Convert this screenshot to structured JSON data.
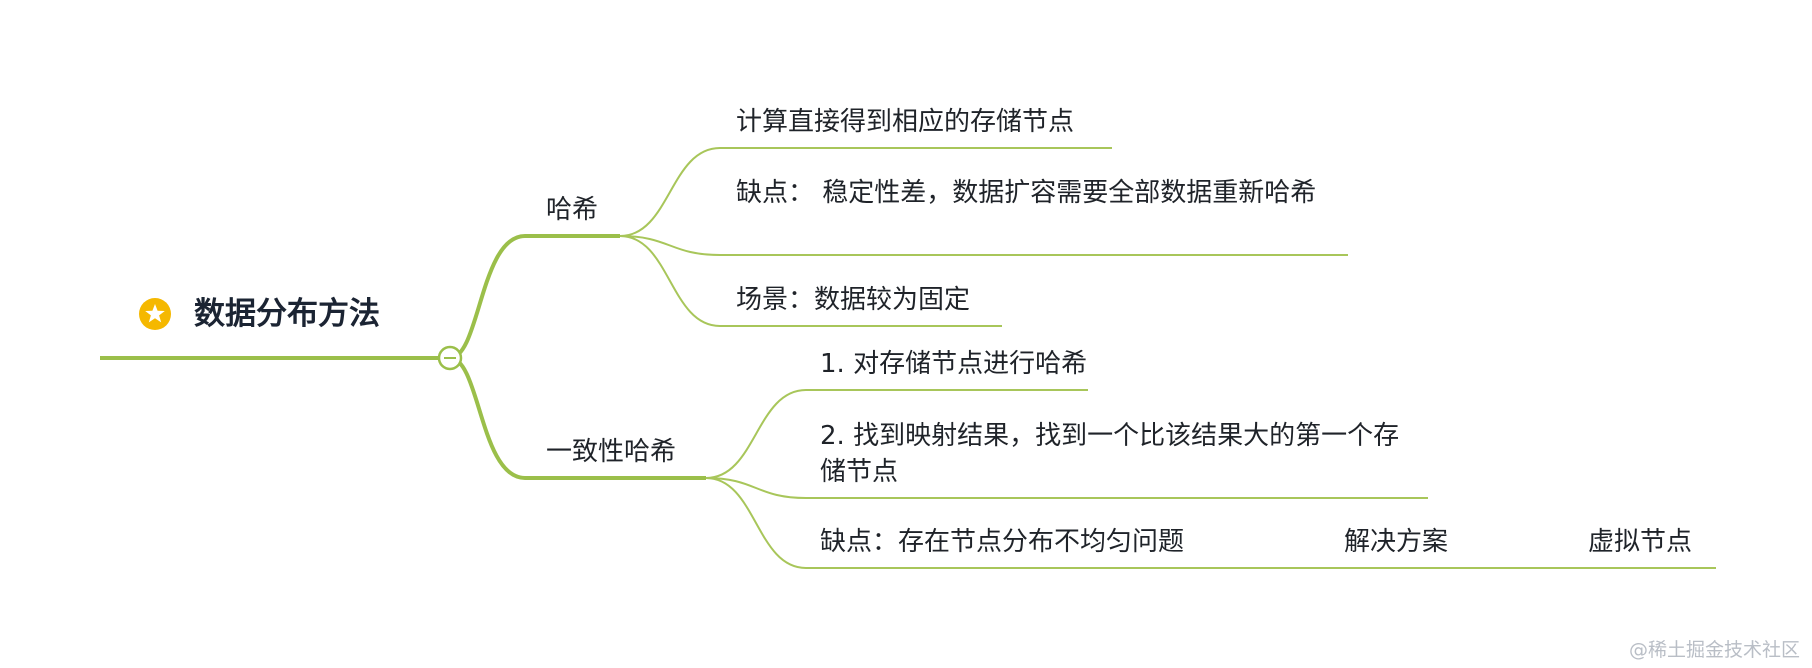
{
  "root": {
    "label": "数据分布方法",
    "icon": "star-icon",
    "icon_color": "#f5b800"
  },
  "branches": [
    {
      "label": "哈希",
      "children": [
        {
          "label": "计算直接得到相应的存储节点"
        },
        {
          "label": "缺点： 稳定性差，数据扩容需要全部数据重新哈希"
        },
        {
          "label": "场景：数据较为固定"
        }
      ]
    },
    {
      "label": "一致性哈希",
      "children": [
        {
          "label": "1. 对存储节点进行哈希"
        },
        {
          "label": "2. 找到映射结果，找到一个比该结果大的第一个存储节点"
        },
        {
          "label": "缺点：存在节点分布不均匀问题",
          "children": [
            {
              "label": "解决方案",
              "children": [
                {
                  "label": "虚拟节点"
                }
              ]
            }
          ]
        }
      ]
    }
  ],
  "colors": {
    "main_line": "#9bbf4a",
    "thin_line": "#a8c65a",
    "text": "#1f2329"
  },
  "watermark": "@稀土掘金技术社区"
}
